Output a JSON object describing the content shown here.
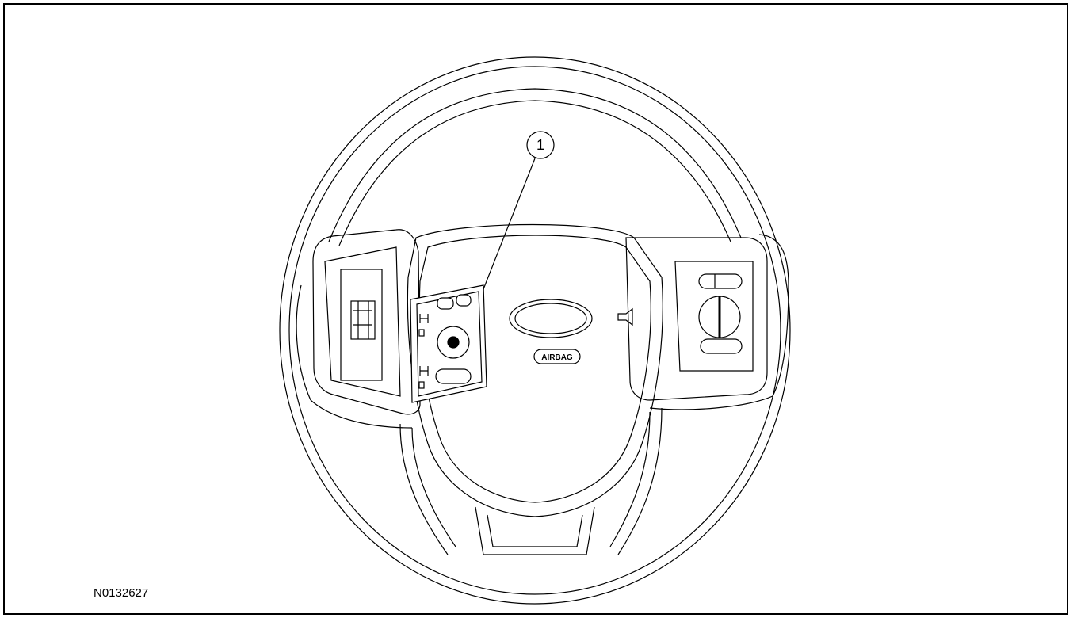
{
  "figure": {
    "figure_id": "N0132627",
    "callout_number": "1",
    "airbag_label": "AIRBAG"
  },
  "colors": {
    "line": "#000000",
    "background": "#ffffff"
  }
}
